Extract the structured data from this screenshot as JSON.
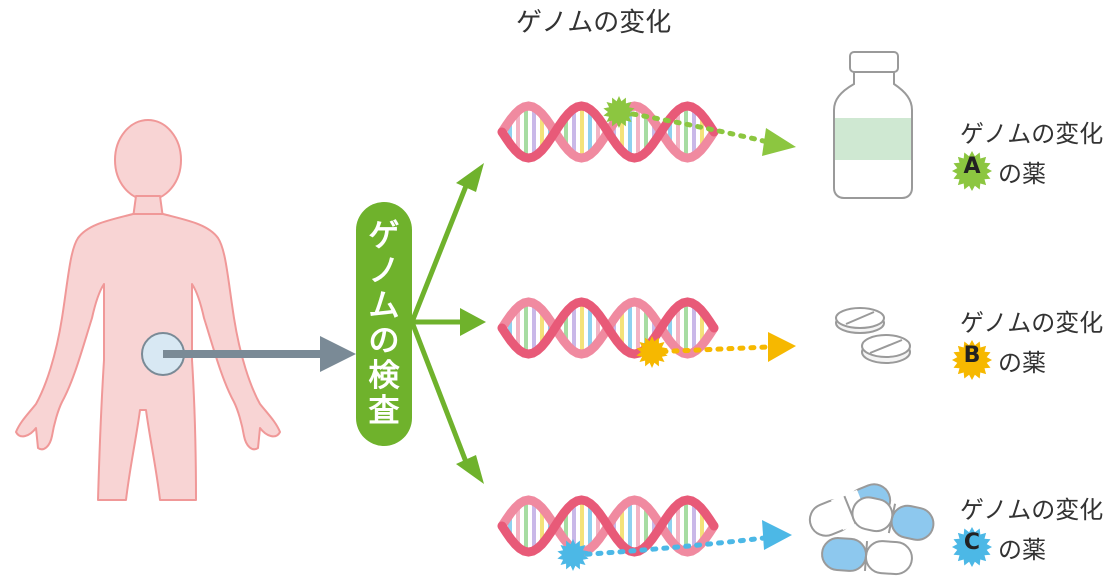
{
  "diagram": {
    "title": "ゲノムの変化",
    "exam_label_chars": [
      "ゲ",
      "ノ",
      "ム",
      "の",
      "検",
      "査"
    ],
    "results": [
      {
        "line1": "ゲノムの変化",
        "letter": "A",
        "line2": "の薬",
        "color": "#8cc640"
      },
      {
        "line1": "ゲノムの変化",
        "letter": "B",
        "line2": "の薬",
        "color": "#f6b800"
      },
      {
        "line1": "ゲノムの変化",
        "letter": "C",
        "line2": "の薬",
        "color": "#4cb8e6"
      }
    ],
    "icons": [
      "human-body-icon",
      "dna-icon",
      "bottle-icon",
      "tablets-icon",
      "capsules-icon"
    ],
    "colors": {
      "body": "#f8d4d4",
      "body_outline": "#f09898",
      "exam_box": "#6fb22c",
      "arrow_green": "#6fb22c",
      "arrow_gray": "#7a8a96",
      "dna_strand_a": "#e85a78",
      "dna_strand_b": "#f08aa0"
    }
  }
}
